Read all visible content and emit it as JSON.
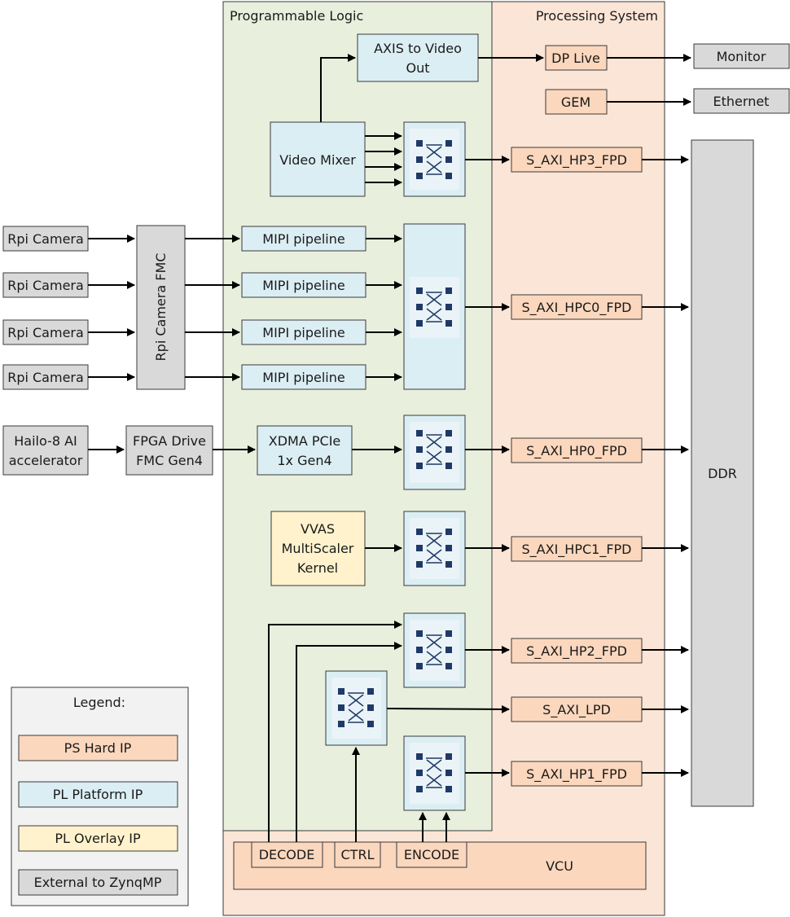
{
  "colors": {
    "ps_hard_ip": "#fbd7bd",
    "pl_platform_ip": "#dbeef4",
    "pl_overlay_ip": "#fff2cc",
    "external": "#d9d9d9",
    "pl_region": "#e8efdd",
    "ps_region": "#fbe5d6",
    "legend_bg": "#f2f2f2",
    "switch_icon": "#1f3a66"
  },
  "regions": {
    "pl_label": "Programmable Logic",
    "ps_label": "Processing System"
  },
  "external": {
    "monitor": "Monitor",
    "ethernet": "Ethernet",
    "cameras": [
      "Rpi Camera",
      "Rpi Camera",
      "Rpi Camera",
      "Rpi Camera"
    ],
    "hailo": [
      "Hailo-8 AI",
      "accelerator"
    ],
    "fpga_drive": [
      "FPGA Drive",
      "FMC Gen4"
    ],
    "camera_fmc": "Rpi Camera FMC",
    "ddr": "DDR"
  },
  "pl_blocks": {
    "axis_to_video": [
      "AXIS to Video",
      "Out"
    ],
    "video_mixer": "Video Mixer",
    "mipi": [
      "MIPI pipeline",
      "MIPI pipeline",
      "MIPI pipeline",
      "MIPI pipeline"
    ],
    "xdma": [
      "XDMA PCIe",
      "1x Gen4"
    ],
    "vvas": [
      "VVAS",
      "MultiScaler",
      "Kernel"
    ]
  },
  "ps_blocks": {
    "dp_live": "DP Live",
    "gem": "GEM",
    "hp3": "S_AXI_HP3_FPD",
    "hpc0": "S_AXI_HPC0_FPD",
    "hp0": "S_AXI_HP0_FPD",
    "hpc1": "S_AXI_HPC1_FPD",
    "hp2": "S_AXI_HP2_FPD",
    "lpd": "S_AXI_LPD",
    "hp1": "S_AXI_HP1_FPD"
  },
  "vcu": {
    "label": "VCU",
    "decode": "DECODE",
    "ctrl": "CTRL",
    "encode": "ENCODE"
  },
  "legend": {
    "title": "Legend:",
    "items": [
      "PS Hard IP",
      "PL Platform IP",
      "PL Overlay IP",
      "External to ZynqMP"
    ]
  }
}
